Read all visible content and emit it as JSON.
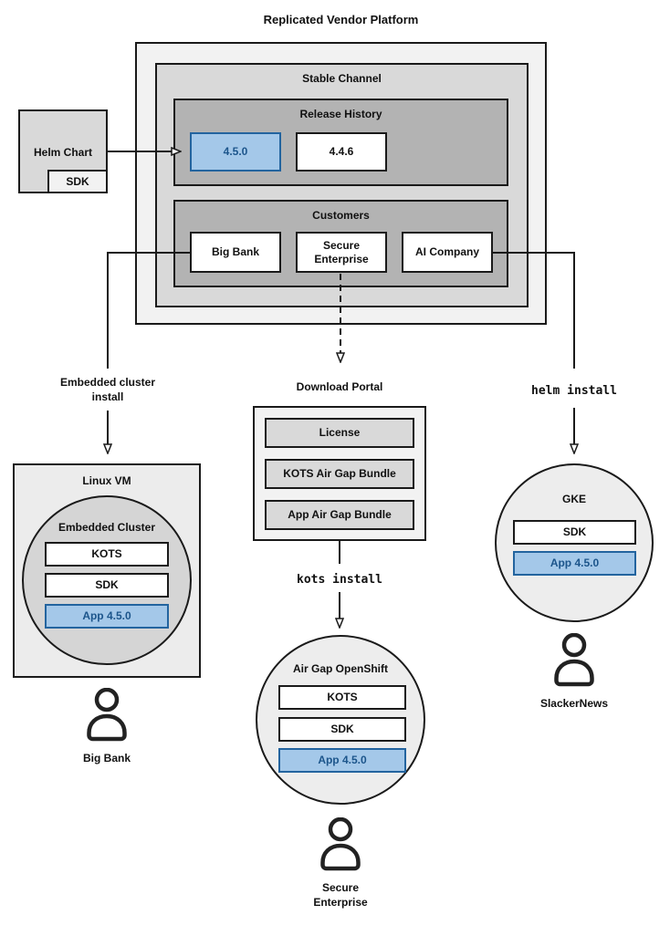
{
  "colors": {
    "outer_fill": "#f2f2f2",
    "mid_fill": "#d9d9d9",
    "inner_fill": "#b3b3b3",
    "vm_fill": "#ececec",
    "ec_fill": "#d5d5d5",
    "circle_fill": "#ededed",
    "blue_fill": "#a4c8e9",
    "blue_stroke": "#23649f",
    "blue_text": "#1c558b",
    "line": "#1a1a1a"
  },
  "platform": {
    "title": "Replicated Vendor Platform",
    "stable_channel": {
      "label": "Stable Channel"
    },
    "release_history": {
      "label": "Release History",
      "releases": [
        {
          "version": "4.5.0",
          "highlighted": true
        },
        {
          "version": "4.4.6",
          "highlighted": false
        }
      ]
    },
    "customers": {
      "label": "Customers",
      "items": [
        "Big Bank",
        "Secure Enterprise",
        "AI Company"
      ]
    }
  },
  "helm_chart": {
    "label": "Helm Chart",
    "sdk": "SDK"
  },
  "left_flow": {
    "arrow_label": "Embedded cluster install",
    "vm": {
      "label": "Linux VM",
      "cluster_label": "Embedded Cluster",
      "components": [
        "KOTS",
        "SDK",
        "App 4.5.0"
      ]
    },
    "user": "Big Bank"
  },
  "center_flow": {
    "portal": {
      "title": "Download Portal",
      "items": [
        "License",
        "KOTS Air Gap Bundle",
        "App Air Gap Bundle"
      ]
    },
    "command": "kots install",
    "cluster": {
      "label": "Air Gap OpenShift",
      "components": [
        "KOTS",
        "SDK",
        "App 4.5.0"
      ]
    },
    "user": "Secure Enterprise"
  },
  "right_flow": {
    "command": "helm install",
    "cluster": {
      "label": "GKE",
      "components": [
        "SDK",
        "App 4.5.0"
      ]
    },
    "user": "SlackerNews"
  },
  "icons": {
    "person": "person-icon",
    "arrow": "arrowhead-icon"
  }
}
